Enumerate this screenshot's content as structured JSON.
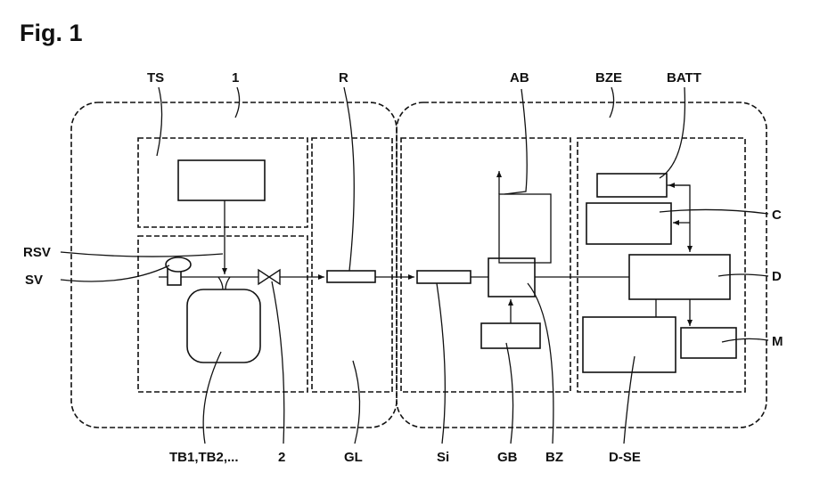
{
  "figure_title": "Fig. 1",
  "labels": {
    "ts": "TS",
    "one": "1",
    "r": "R",
    "ab": "AB",
    "bze": "BZE",
    "batt": "BATT",
    "rsv": "RSV",
    "sv": "SV",
    "c": "C",
    "d": "D",
    "m": "M",
    "tb": "TB1,TB2,...",
    "two": "2",
    "gl": "GL",
    "si": "Si",
    "gb": "GB",
    "bz": "BZ",
    "dse": "D-SE"
  }
}
